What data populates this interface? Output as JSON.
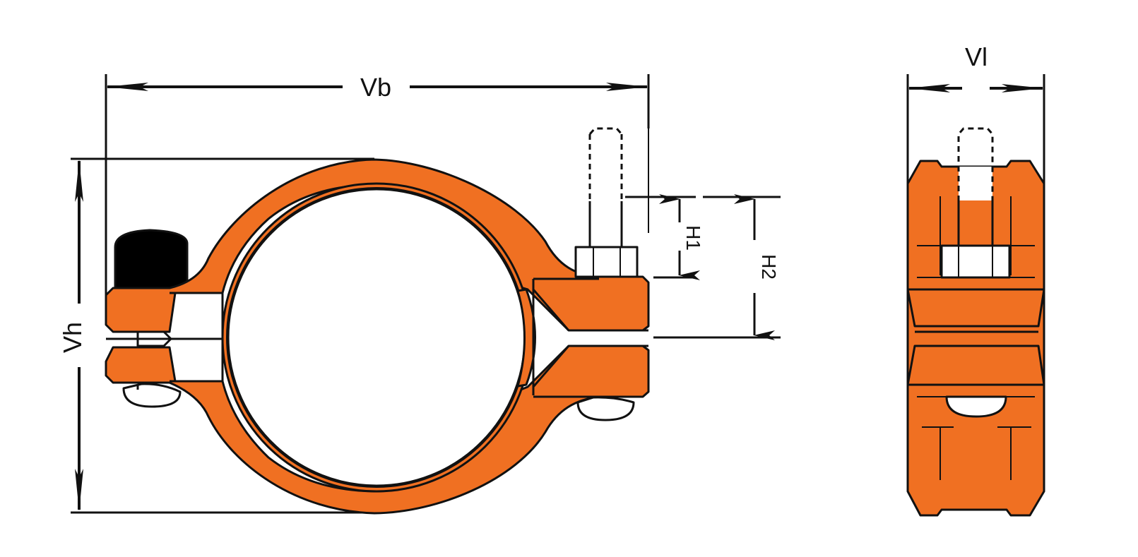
{
  "dimensions": {
    "vb": "Vb",
    "vh": "Vh",
    "vl": "Vl",
    "h1": "H1",
    "h2": "H2"
  },
  "colors": {
    "body": "#F07022",
    "outline": "#111111",
    "gasket": "#000000",
    "background": "#FFFFFF"
  }
}
